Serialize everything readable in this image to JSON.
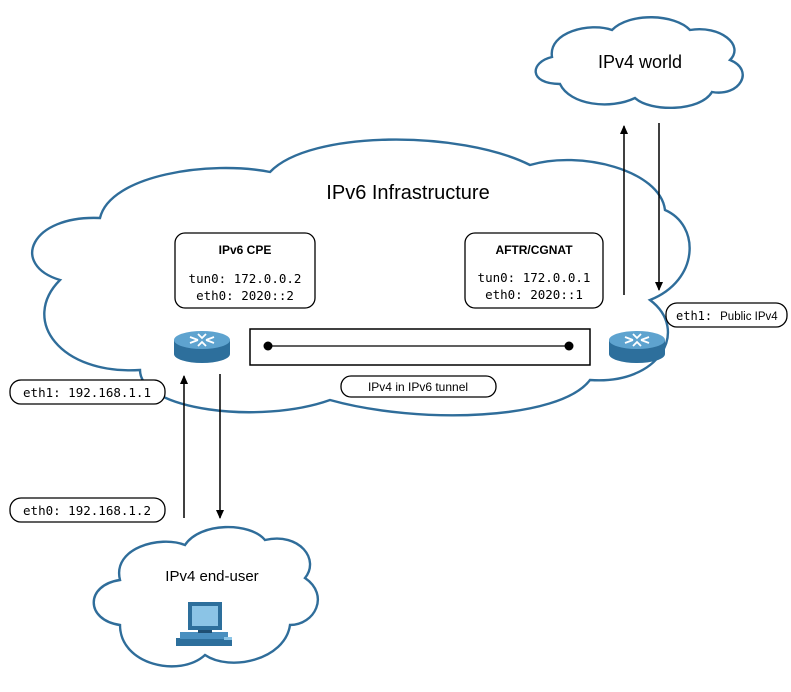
{
  "clouds": {
    "ipv4_world": "IPv4 world",
    "ipv6_infrastructure": "IPv6 Infrastructure",
    "ipv4_end_user": "IPv4 end-user"
  },
  "cpe": {
    "title": "IPv6 CPE",
    "tun0": "tun0: 172.0.0.2",
    "eth0": "eth0: 2020::2"
  },
  "aftr": {
    "title": "AFTR/CGNAT",
    "tun0": "tun0: 172.0.0.1",
    "eth0": "eth0: 2020::1"
  },
  "tunnel_label": "IPv4 in IPv6 tunnel",
  "tags": {
    "aftr_eth1_iface": "eth1:",
    "aftr_eth1_value": "Public IPv4",
    "cpe_eth1": "eth1: 192.168.1.1",
    "user_eth0": "eth0: 192.168.1.2"
  },
  "icons": {
    "router": "router-icon",
    "computer": "computer-icon"
  },
  "colors": {
    "cloud_outline": "#2f6d9a",
    "router_body": "#3d85b4",
    "router_top": "#6fb0d8"
  }
}
